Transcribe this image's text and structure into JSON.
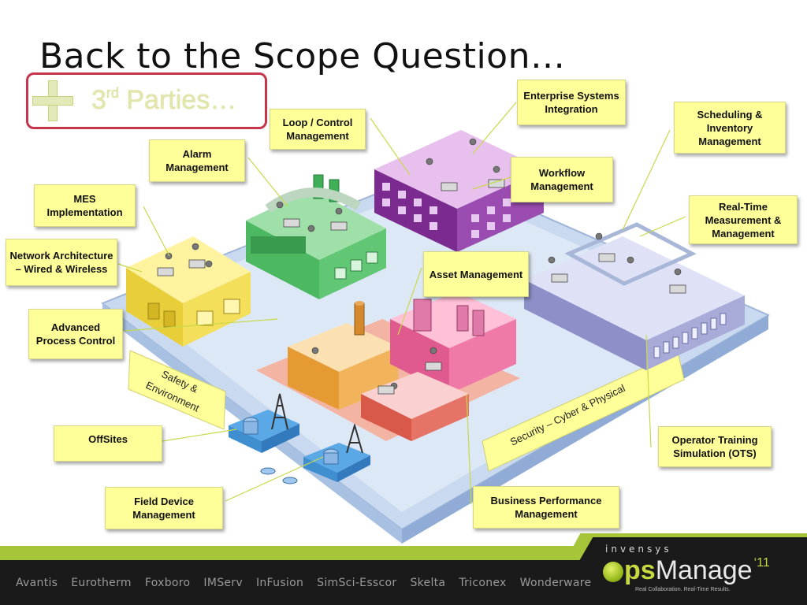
{
  "title": "Back to the Scope Question…",
  "parties": {
    "text": "3",
    "sup": "rd",
    "rest": " Parties…"
  },
  "labels": {
    "enterprise": "Enterprise Systems Integration",
    "loop": "Loop / Control Management",
    "alarm": "Alarm Management",
    "mes": "MES Implementation",
    "network": "Network Architecture – Wired & Wireless",
    "apc": "Advanced Process Control",
    "offsites": "OffSites",
    "field": "Field Device Management",
    "scheduling": "Scheduling & Inventory Management",
    "workflow": "Workflow Management",
    "realtime": "Real-Time Measurement & Management",
    "asset": "Asset Management",
    "ots": "Operator Training Simulation (OTS)",
    "bpm": "Business Performance Management"
  },
  "bands": {
    "safety_line1": "Safety &",
    "safety_line2": "Environment",
    "security": "Security – Cyber & Physical"
  },
  "footer": {
    "brands": [
      "Avantis",
      "Eurotherm",
      "Foxboro",
      "IMServ",
      "InFusion",
      "SimSci-Esscor",
      "Skelta",
      "Triconex",
      "Wonderware"
    ],
    "invensys": "invensys",
    "ops_ps": "ps",
    "ops_manage": "Manage",
    "ops_year": "‘11",
    "tagline": "Real Collaboration. Real-Time Results."
  },
  "colors": {
    "accent_red": "#c8354a",
    "label_yellow": "#ffff99",
    "footer_green": "#a7c539",
    "footer_dark": "#1a1a1a"
  }
}
